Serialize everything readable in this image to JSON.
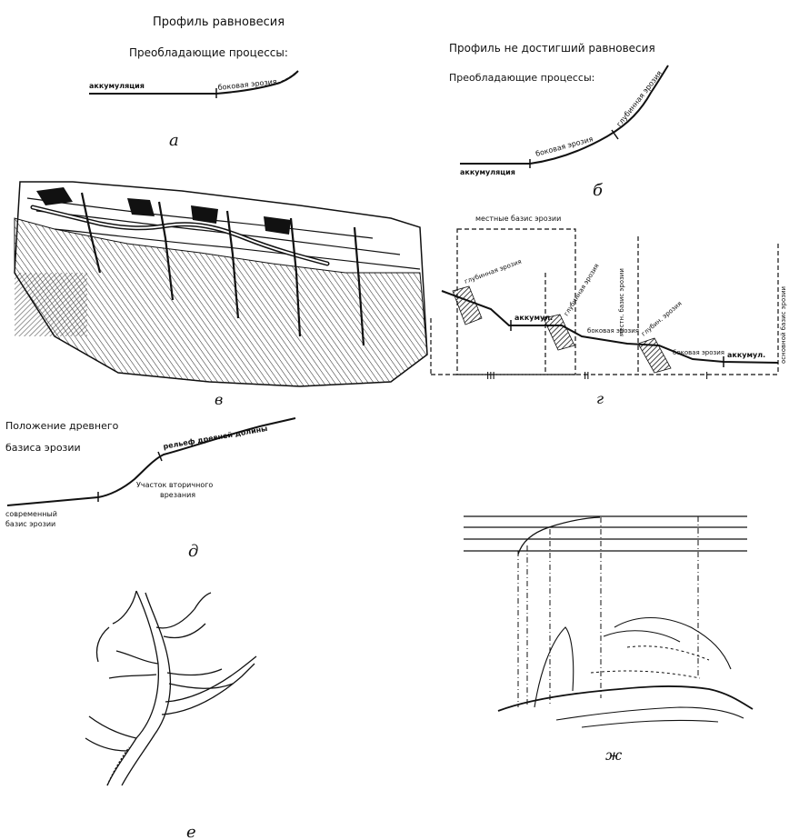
{
  "panel_a": {
    "caption": "а",
    "title": "Профиль равновесия",
    "processes_header": "Преобладающие процессы:",
    "label_accumulation": "аккумуляция",
    "label_lateral_erosion": "боковая эрозия"
  },
  "panel_b": {
    "caption": "б",
    "title": "Профиль не достигший равновесия",
    "processes_header": "Преобладающие процессы:",
    "label_accumulation": "аккумуляция",
    "label_lateral_erosion": "боковая эрозия",
    "label_deep_erosion": "глубинная эрозия"
  },
  "panel_v": {
    "caption": "в"
  },
  "panel_g": {
    "caption": "г",
    "label_local_base_bracket": "местные базис эрозии",
    "label_deep_erosion_1": "глубинная эрозия",
    "label_accum_1": "аккумул.",
    "label_deep_erosion_2": "глубинная эрозия",
    "label_local_base_vertical": "местн. базис эрозии",
    "label_lateral_erosion_1": "боковая эрозия",
    "label_deep_erosion_3": "глубин. эрозия",
    "label_lateral_erosion_2": "боковая эрозия",
    "label_accum_2": "аккумул.",
    "label_main_base": "основной базис эрозии",
    "section_3": "III",
    "section_2": "II",
    "section_1": "I"
  },
  "panel_d": {
    "caption": "д",
    "label_ancient_base_line1": "Положение древнего",
    "label_ancient_base_line2": "базиса эрозии",
    "label_ancient_relief": "рельеф древней долины",
    "label_secondary_section_line1": "Участок вторичного",
    "label_secondary_section_line2": "врезания",
    "label_modern_base_line1": "современный",
    "label_modern_base_line2": "базис эрозии"
  },
  "panel_e": {
    "caption": "е"
  },
  "panel_zh": {
    "caption": "ж"
  }
}
